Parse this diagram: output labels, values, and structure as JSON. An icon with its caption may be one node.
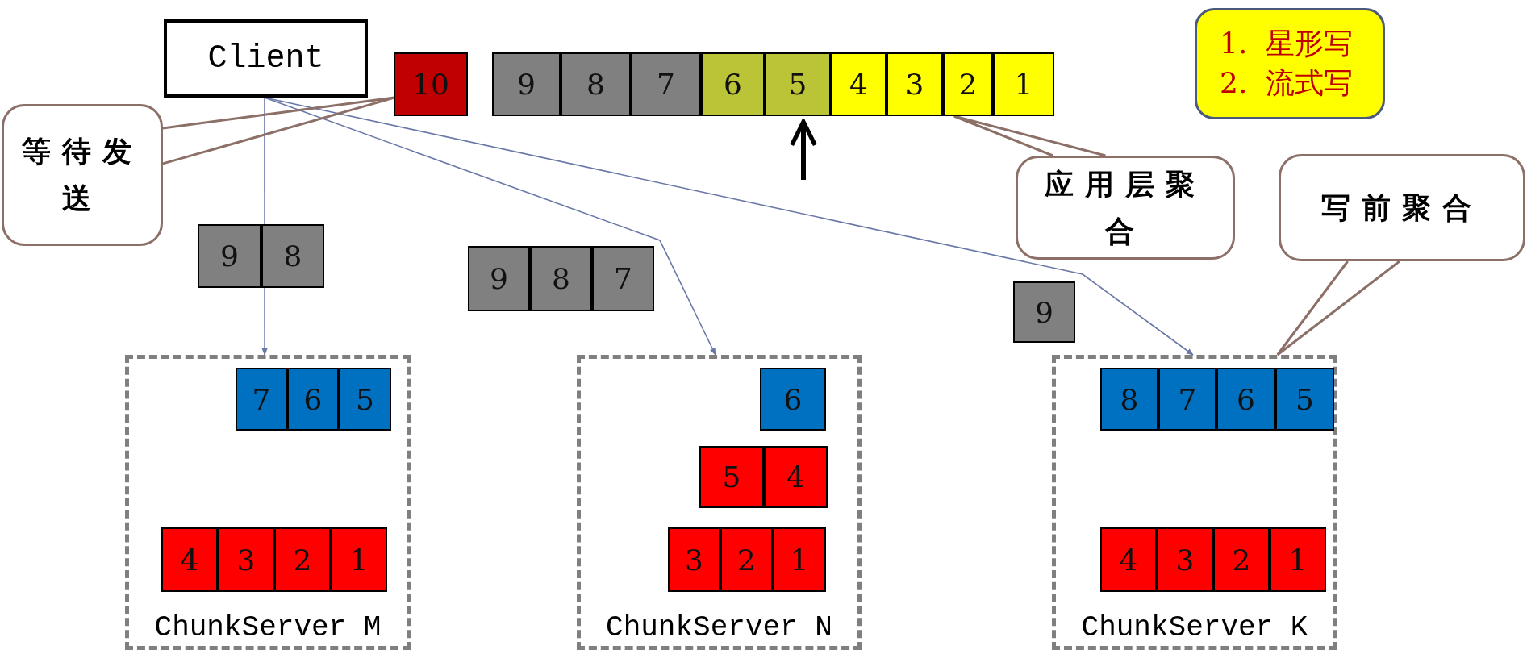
{
  "diagram": {
    "nodes": [
      {
        "text": [
          "Client"
        ]
      },
      {
        "text": [
          "10"
        ]
      },
      {
        "text": [
          "9"
        ]
      },
      {
        "text": [
          "8"
        ]
      },
      {
        "text": [
          "7"
        ]
      },
      {
        "text": [
          "6"
        ]
      },
      {
        "text": [
          "5"
        ]
      },
      {
        "text": [
          "4"
        ]
      },
      {
        "text": [
          "3"
        ]
      },
      {
        "text": [
          "2"
        ]
      },
      {
        "text": [
          "1"
        ]
      },
      {
        "text": [
          "1.  星形写",
          "2.  流式写"
        ]
      },
      {
        "text": [
          "等待发送"
        ]
      },
      {
        "text": [
          "应用层聚合"
        ]
      },
      {
        "text": [
          "写前聚合"
        ]
      },
      {
        "text": [
          "9"
        ]
      },
      {
        "text": [
          "8"
        ]
      },
      {
        "text": [
          "9"
        ]
      },
      {
        "text": [
          "8"
        ]
      },
      {
        "text": [
          "7"
        ]
      },
      {
        "text": [
          "9"
        ]
      },
      {
        "text": [
          "ChunkServer M"
        ]
      },
      {
        "text": [
          "7"
        ],
        "in": 21
      },
      {
        "text": [
          "6"
        ],
        "in": 21
      },
      {
        "text": [
          "5"
        ],
        "in": 21
      },
      {
        "text": [
          "4"
        ],
        "in": 21
      },
      {
        "text": [
          "3"
        ],
        "in": 21
      },
      {
        "text": [
          "2"
        ],
        "in": 21
      },
      {
        "text": [
          "1"
        ],
        "in": 21
      },
      {
        "text": [
          "ChunkServer N"
        ]
      },
      {
        "text": [
          "6"
        ],
        "in": 29
      },
      {
        "text": [
          "5"
        ],
        "in": 29
      },
      {
        "text": [
          "4"
        ],
        "in": 29
      },
      {
        "text": [
          "3"
        ],
        "in": 29
      },
      {
        "text": [
          "2"
        ],
        "in": 29
      },
      {
        "text": [
          "1"
        ],
        "in": 29
      },
      {
        "text": [
          "ChunkServer K"
        ]
      },
      {
        "text": [
          "8"
        ],
        "in": 36
      },
      {
        "text": [
          "7"
        ],
        "in": 36
      },
      {
        "text": [
          "6"
        ],
        "in": 36
      },
      {
        "text": [
          "5"
        ],
        "in": 36
      },
      {
        "text": [
          "4"
        ],
        "in": 36
      },
      {
        "text": [
          "3"
        ],
        "in": 36
      },
      {
        "text": [
          "2"
        ],
        "in": 36
      },
      {
        "text": [
          "1"
        ],
        "in": 36
      }
    ],
    "edges": [
      {
        "from": 0,
        "to": 21,
        "arrow": "to"
      },
      {
        "from": 0,
        "to": 29,
        "arrow": "to"
      },
      {
        "from": 0,
        "to": 36,
        "arrow": "to"
      },
      {
        "from": 12,
        "to": 1,
        "arrow": "none",
        "color": "#8c7068"
      },
      {
        "from": 13,
        "to": 9,
        "arrow": "none",
        "color": "#8c7068"
      },
      {
        "from": 14,
        "to": 36,
        "arrow": "none",
        "color": "#8c7068"
      },
      {
        "from": null,
        "to": 6,
        "arrow": "to",
        "style": "thick",
        "color": "#000000"
      }
    ]
  }
}
